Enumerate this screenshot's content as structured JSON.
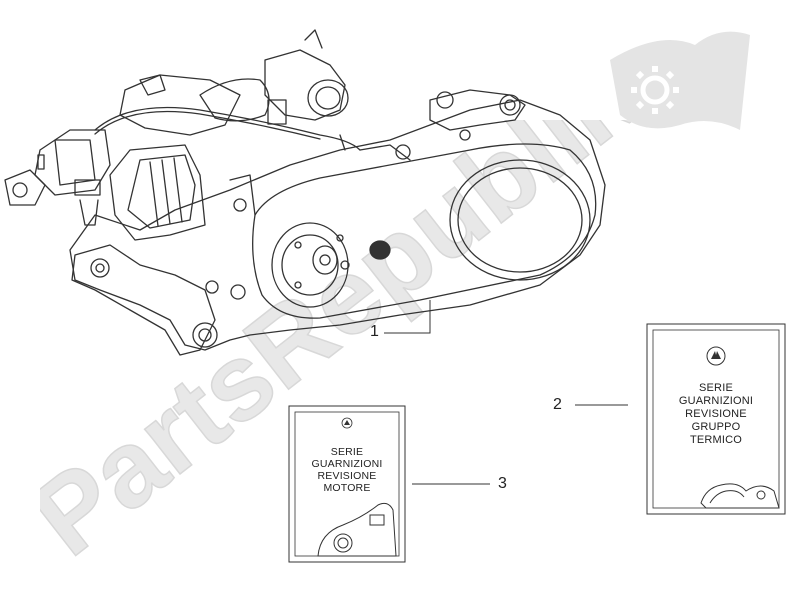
{
  "watermark": {
    "text": "PartsRepublik",
    "color": "#e6e6e6"
  },
  "callouts": [
    {
      "id": "1",
      "label": "1"
    },
    {
      "id": "2",
      "label": "2"
    },
    {
      "id": "3",
      "label": "3"
    }
  ],
  "kit_cylinder": {
    "line1": "SERIE",
    "line2": "GUARNIZIONI",
    "line3": "REVISIONE",
    "line4": "GRUPPO",
    "line5": "TERMICO"
  },
  "kit_engine": {
    "line1": "SERIE",
    "line2": "GUARNIZIONI",
    "line3": "REVISIONE",
    "line4": "MOTORE"
  },
  "colors": {
    "stroke": "#333333",
    "watermark": "#e6e6e6"
  },
  "icons": {
    "gear": "gear-icon",
    "brand": "piaggio-logo-icon"
  }
}
